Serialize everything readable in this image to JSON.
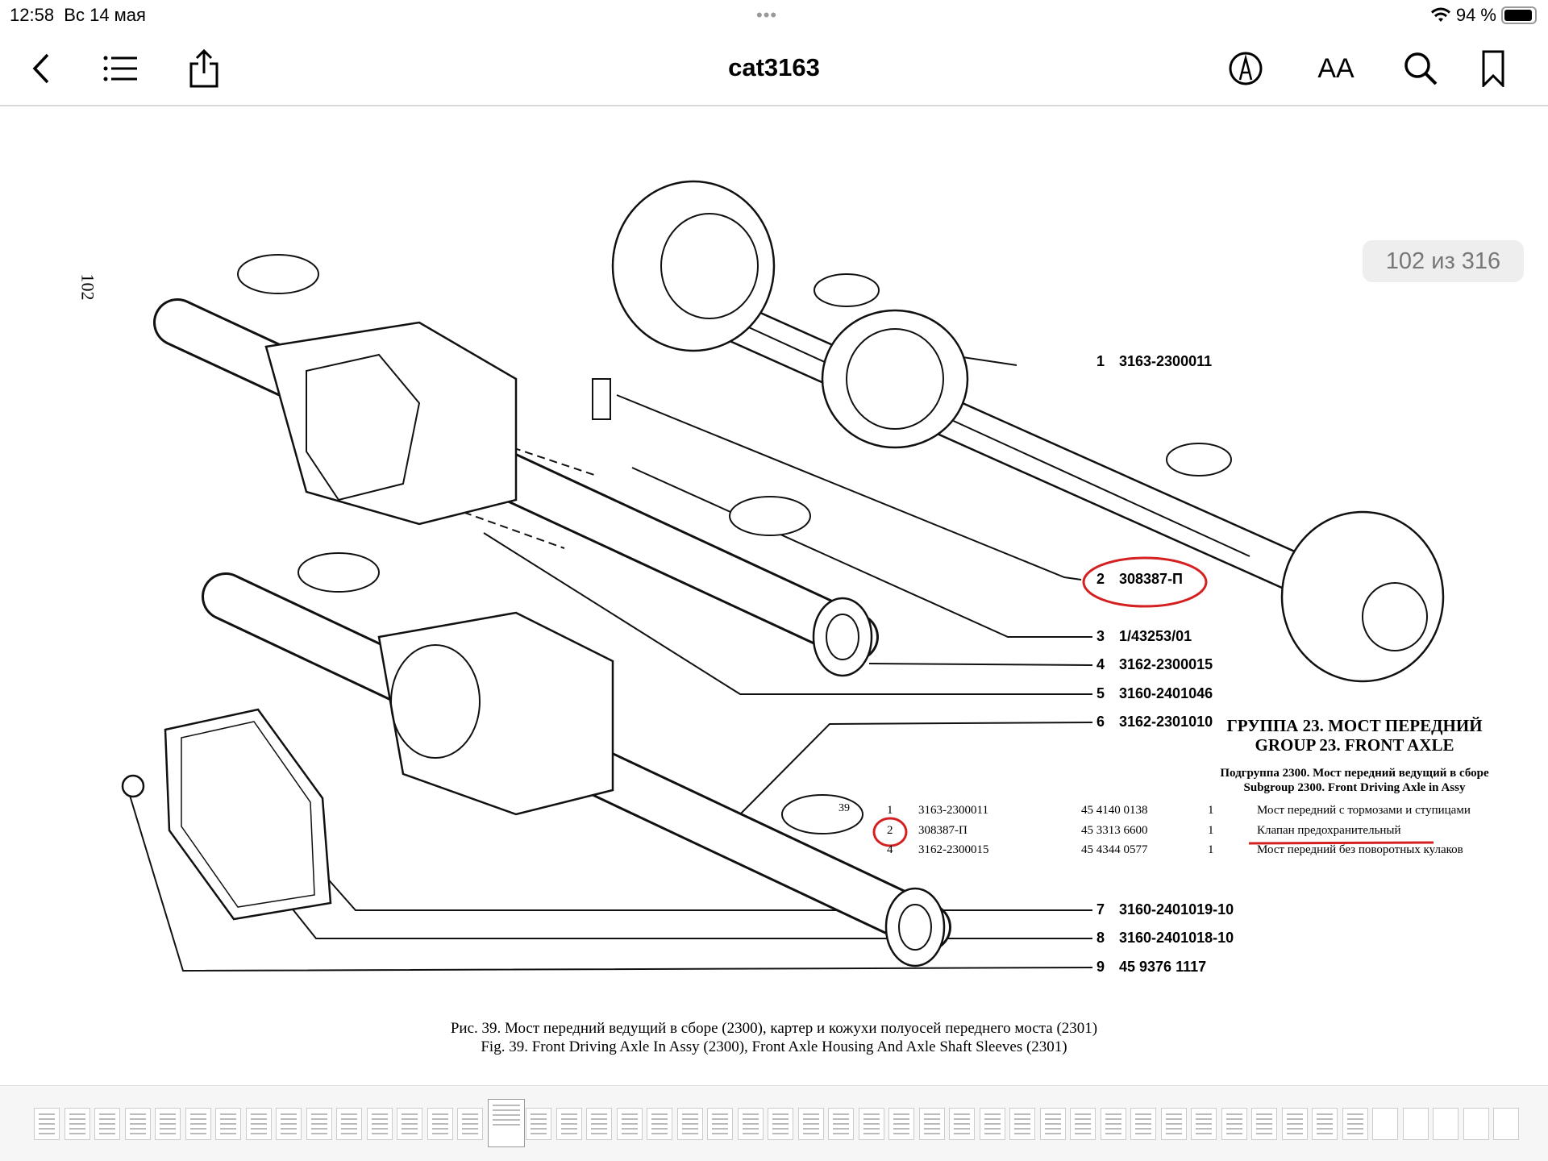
{
  "status_bar": {
    "time": "12:58",
    "date": "Вс 14 мая",
    "battery": "94 %",
    "battery_level": 0.94
  },
  "toolbar": {
    "title": "cat3163",
    "font_label": "AA"
  },
  "page_counter": "102 из 316",
  "page_number": "102",
  "callouts": [
    {
      "num": "1",
      "part": "3163-2300011"
    },
    {
      "num": "2",
      "part": "308387-П"
    },
    {
      "num": "3",
      "part": "1/43253/01"
    },
    {
      "num": "4",
      "part": "3162-2300015"
    },
    {
      "num": "5",
      "part": "3160-2401046"
    },
    {
      "num": "6",
      "part": "3162-2301010"
    },
    {
      "num": "7",
      "part": "3160-2401019-10"
    },
    {
      "num": "8",
      "part": "3160-2401018-10"
    },
    {
      "num": "9",
      "part": "45 9376 1117"
    }
  ],
  "figure_ref": "39",
  "heading": {
    "ru": "ГРУППА 23. МОСТ ПЕРЕДНИЙ",
    "en": "GROUP 23. FRONT AXLE"
  },
  "subheading": {
    "ru": "Подгруппа 2300. Мост передний ведущий в сборе",
    "en": "Subgroup 2300. Front Driving Axle in Assy"
  },
  "parts_table": [
    {
      "num": "1",
      "part": "3163-2300011",
      "code": "45 4140 0138",
      "qty": "1",
      "desc": "Мост передний с тормозами и ступицами"
    },
    {
      "num": "2",
      "part": "308387-П",
      "code": "45 3313 6600",
      "qty": "1",
      "desc": "Клапан предохранительный"
    },
    {
      "num": "4",
      "part": "3162-2300015",
      "code": "45 4344 0577",
      "qty": "1",
      "desc": "Мост передний без поворотных кулаков"
    }
  ],
  "caption": {
    "ru": "Рис. 39. Мост передний ведущий в сборе (2300), картер и кожухи полуосей переднего моста (2301)",
    "en": "Fig. 39. Front Driving Axle In Assy (2300), Front Axle Housing And Axle Shaft Sleeves (2301)"
  },
  "colors": {
    "annotation_red": "#d42020",
    "badge_bg": "#eeeeee"
  }
}
